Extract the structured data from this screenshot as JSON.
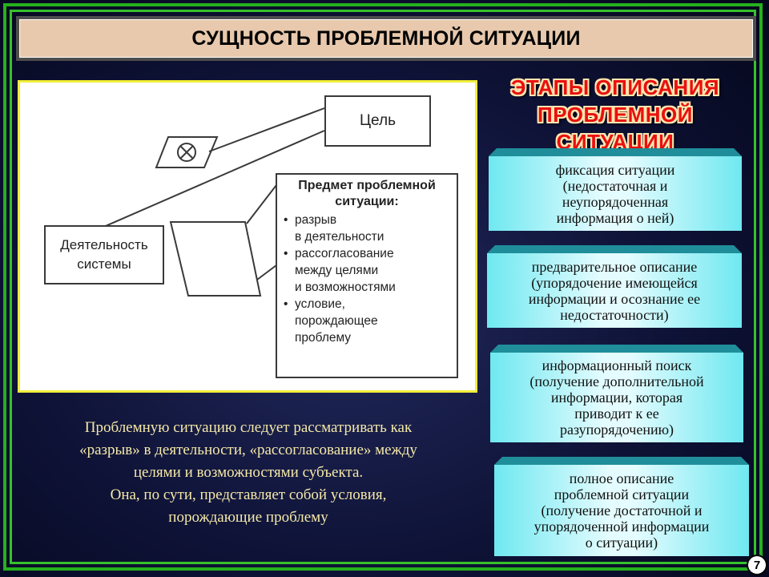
{
  "title": "СУЩНОСТЬ ПРОБЛЕМНОЙ СИТУАЦИИ",
  "diagram": {
    "goal": "Цель",
    "activity_line1": "Деятельность",
    "activity_line2": "системы",
    "subject_title_line1": "Предмет проблемной",
    "subject_title_line2": "ситуации:",
    "subject_items": [
      "разрыв",
      "в деятельности",
      "рассогласование",
      "между целями",
      "и возможностями",
      "условие,",
      "порождающее",
      "проблему"
    ]
  },
  "caption": {
    "line1": "Проблемную ситуацию следует рассматривать как",
    "line2": "«разрыв» в деятельности, «рассогласование» между",
    "line3": "целями и возможностями субъекта.",
    "line4": "Она, по сути, представляет собой условия,",
    "line5": "порождающие проблему"
  },
  "stages_title_line1": "ЭТАПЫ ОПИСАНИЯ",
  "stages_title_line2": "ПРОБЛЕМНОЙ СИТУАЦИИ",
  "stages": [
    "фиксация ситуации\n(недостаточная и\nнеупорядоченная\nинформация о ней)",
    "предварительное описание\n(упорядочение имеющейся\nинформации и осознание ее\nнедостаточности)",
    "информационный поиск\n(получение дополнительной\nинформации, которая\nприводит к ее\nразупорядочению)",
    "полное описание\nпроблемной ситуации\n(получение достаточной и\nупорядоченной информации\nо ситуации)"
  ],
  "slide_number": "7",
  "colors": {
    "frame": "#26b01c",
    "title_bg": "#e8c9ad",
    "caption_text": "#f5e9a8",
    "stage_face": "#6fe8f0",
    "stage_top": "#1f8e9a",
    "stages_title": "#e81010"
  }
}
